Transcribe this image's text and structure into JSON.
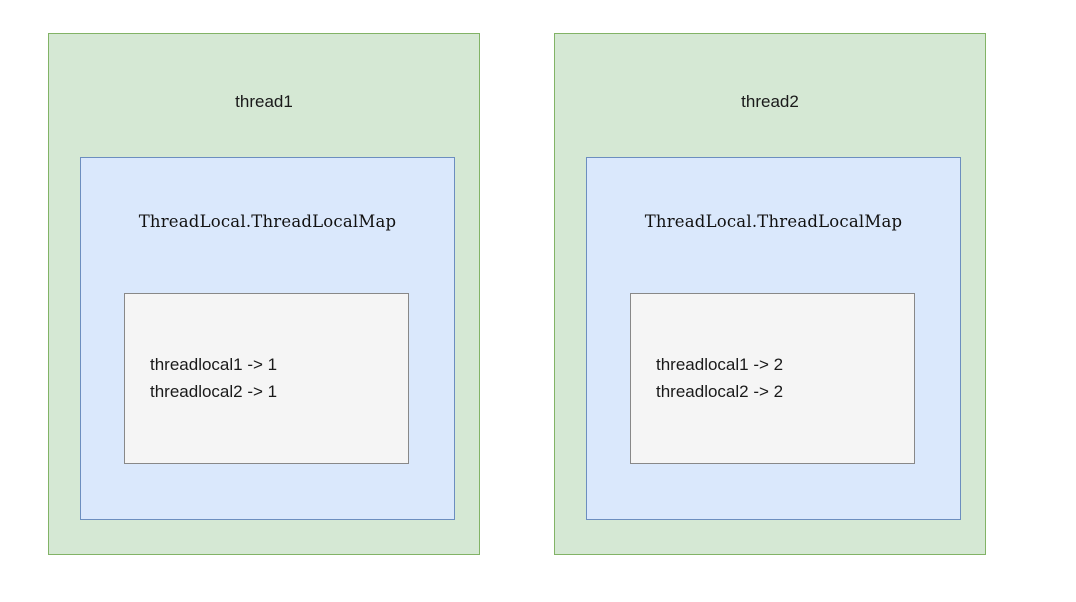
{
  "diagram": {
    "title": "ThreadLocal per-thread ThreadLocalMap",
    "background_color": "#ffffff",
    "palette": {
      "thread_fill": "#d5e8d4",
      "thread_stroke": "#82b366",
      "map_fill": "#dae8fc",
      "map_stroke": "#6c8ebf",
      "entries_fill": "#f5f5f5",
      "entries_stroke": "#888888",
      "text_color": "#1a1a1a"
    },
    "threads": [
      {
        "id": "thread1",
        "label": "thread1",
        "map": {
          "label": "ThreadLocal.ThreadLocalMap",
          "entries": [
            "threadlocal1 -> 1",
            "threadlocal2 -> 1"
          ]
        }
      },
      {
        "id": "thread2",
        "label": "thread2",
        "map": {
          "label": "ThreadLocal.ThreadLocalMap",
          "entries": [
            "threadlocal1 -> 2",
            "threadlocal2 -> 2"
          ]
        }
      }
    ]
  }
}
